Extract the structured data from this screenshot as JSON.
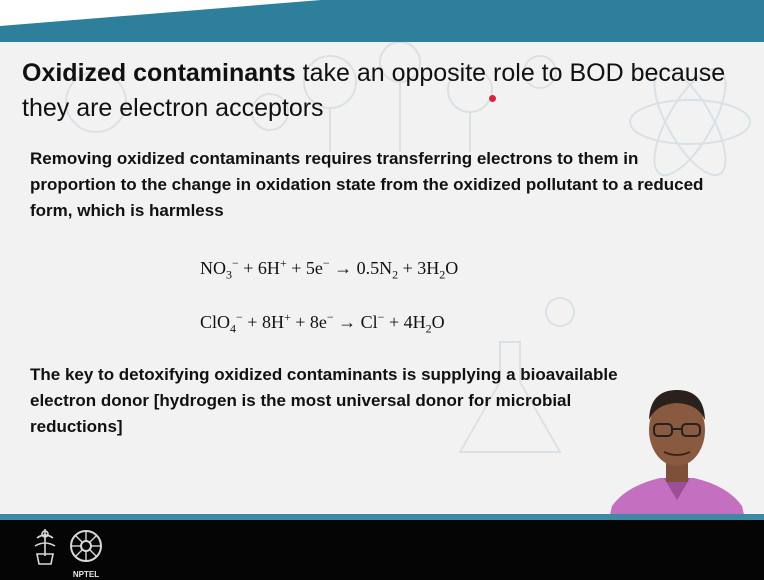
{
  "slide": {
    "title_bold": "Oxidized contaminants",
    "title_rest": " take an opposite role to BOD because they are electron acceptors",
    "para1": "Removing oxidized contaminants requires transferring electrons to them in proportion to the change in oxidation state from the oxidized pollutant to a reduced form, which is harmless",
    "para2": "The key to detoxifying oxidized contaminants is supplying a bioavailable electron donor [hydrogen is the most universal donor for microbial reductions]"
  },
  "equations": {
    "eq1": {
      "t1": "NO",
      "t1_sub": "3",
      "t1_sup": "−",
      "t2": " + 6H",
      "t2_sup": "+",
      "t3": " + 5e",
      "t3_sup": "−",
      "t4": " → 0.5N",
      "t4_sub": "2",
      "t5": " + 3H",
      "t5_sub": "2",
      "t6": "O"
    },
    "eq2": {
      "t1": "ClO",
      "t1_sub": "4",
      "t1_sup": "−",
      "t2": " + 8H",
      "t2_sup": "+",
      "t3": " + 8e",
      "t3_sup": "−",
      "t4": " → Cl",
      "t4_sup": "−",
      "t5": " + 4H",
      "t5_sub": "2",
      "t6": "O"
    }
  },
  "footer": {
    "logo_label": "NPTEL"
  },
  "colors": {
    "accent_teal": "#2e7f9c",
    "pointer_red": "#d9233a",
    "footer_black": "#050505"
  }
}
